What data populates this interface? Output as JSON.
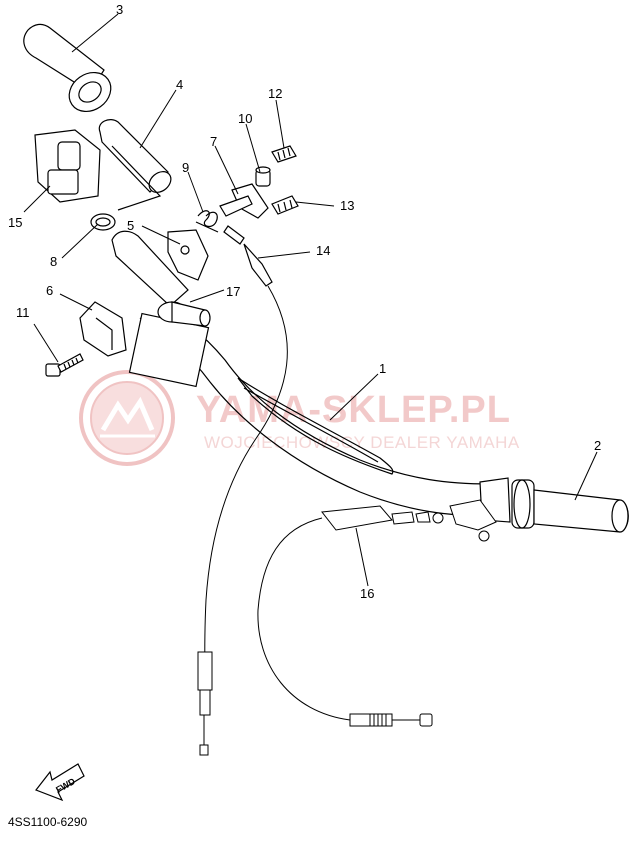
{
  "watermark": {
    "title": "YAMA-SKLEP.PL",
    "subtitle": "WOJCIECHOWSCY DEALER YAMAHA"
  },
  "fwd_label": "FWD",
  "diagram_code": "4SS1100-6290",
  "callouts": {
    "c1": "1",
    "c2": "2",
    "c3": "3",
    "c4": "4",
    "c5": "5",
    "c6": "6",
    "c7": "7",
    "c8": "8",
    "c9": "9",
    "c10": "10",
    "c11": "11",
    "c12": "12",
    "c13": "13",
    "c14": "14",
    "c15": "15",
    "c16": "16",
    "c17": "17"
  },
  "parts": [
    {
      "ref": "1",
      "item": "handlebar"
    },
    {
      "ref": "2",
      "item": "throttle-grip"
    },
    {
      "ref": "3",
      "item": "left-grip"
    },
    {
      "ref": "4",
      "item": "grip-tube"
    },
    {
      "ref": "5",
      "item": "throttle-housing"
    },
    {
      "ref": "6",
      "item": "holder"
    },
    {
      "ref": "7",
      "item": "bracket"
    },
    {
      "ref": "8",
      "item": "clip"
    },
    {
      "ref": "9",
      "item": "spring"
    },
    {
      "ref": "10",
      "item": "collar"
    },
    {
      "ref": "11",
      "item": "bolt"
    },
    {
      "ref": "12",
      "item": "screw"
    },
    {
      "ref": "13",
      "item": "screw"
    },
    {
      "ref": "14",
      "item": "cable-adjuster"
    },
    {
      "ref": "15",
      "item": "lever-holder"
    },
    {
      "ref": "16",
      "item": "throttle-cable"
    },
    {
      "ref": "17",
      "item": "grip-sleeve"
    }
  ]
}
